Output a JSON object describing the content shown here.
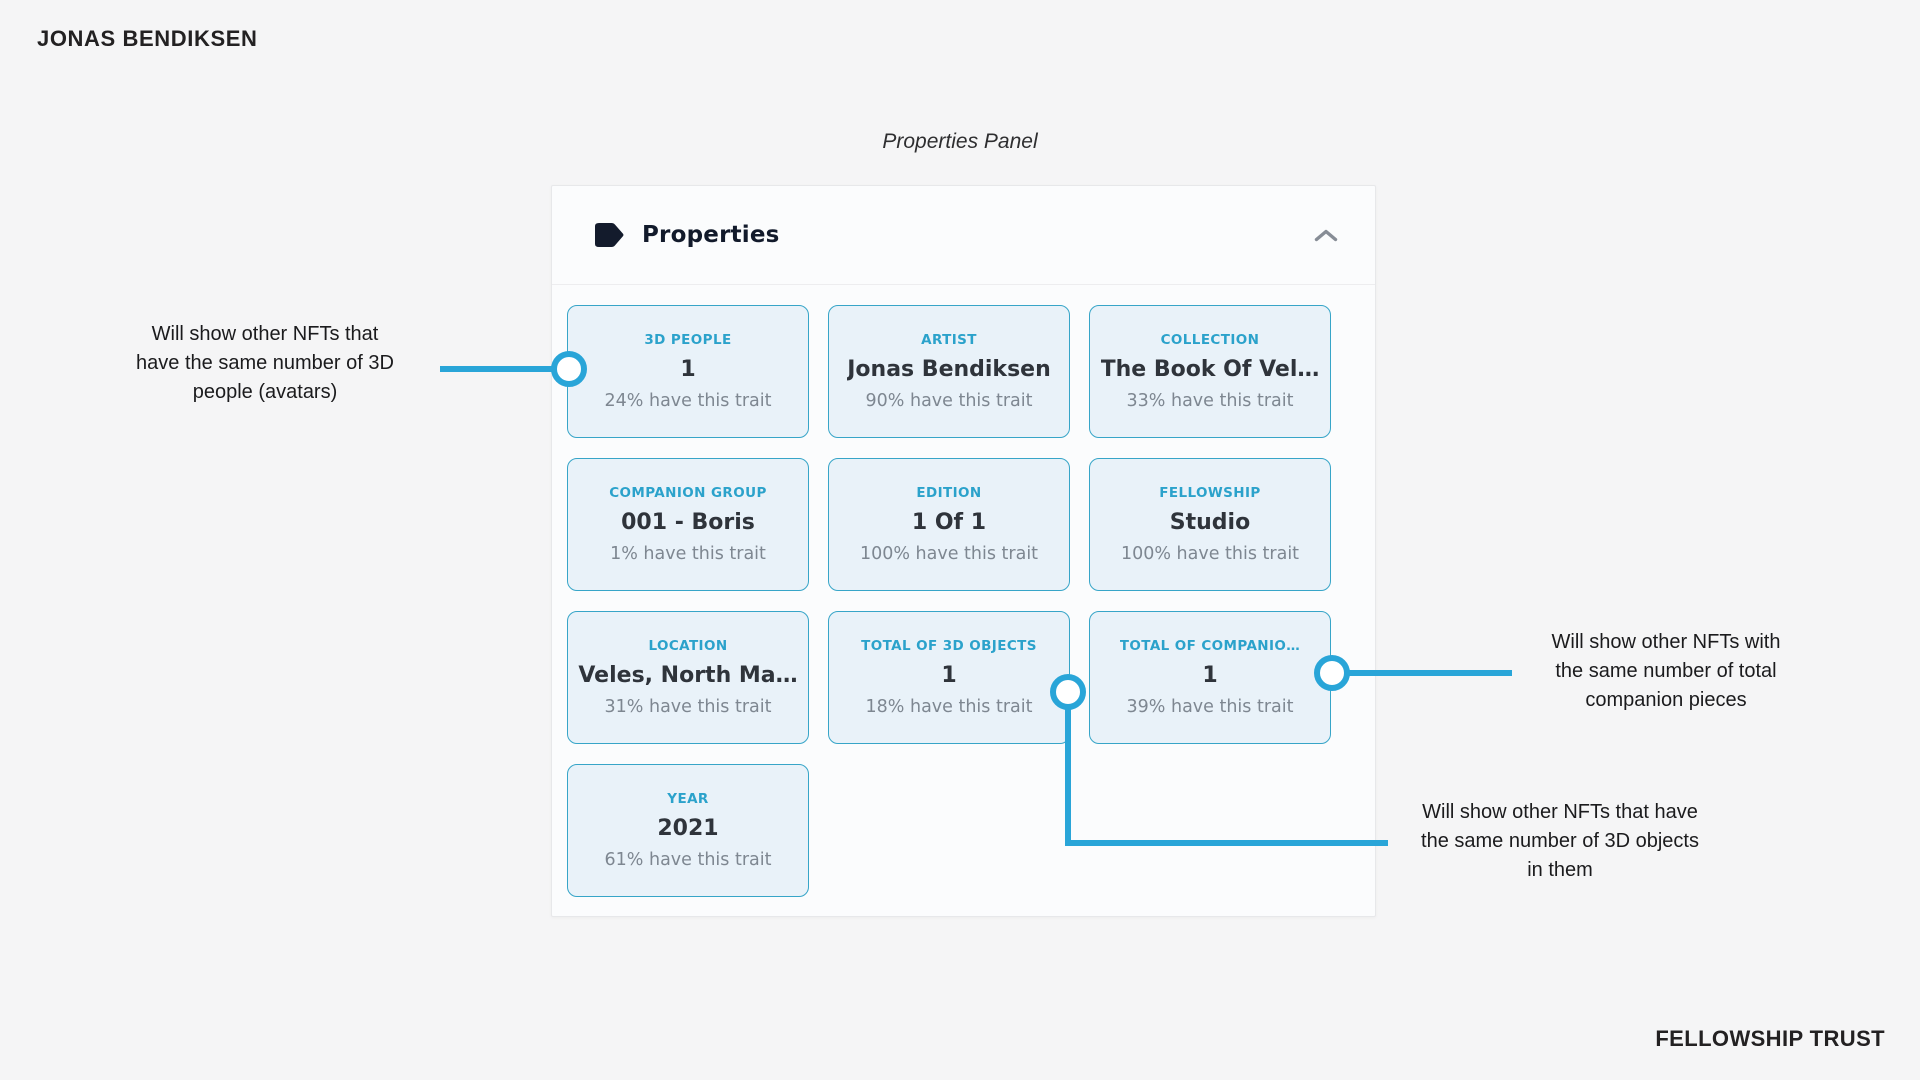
{
  "page": {
    "artist_name": "JONAS BENDIKSEN",
    "brand_name": "FELLOWSHIP TRUST",
    "caption": "Properties Panel"
  },
  "panel": {
    "title": "Properties",
    "collapse_icon": "chevron-up",
    "header_icon": "tag",
    "cards": [
      {
        "label": "3D PEOPLE",
        "value": "1",
        "rarity": "24% have this trait"
      },
      {
        "label": "ARTIST",
        "value": "Jonas Bendiksen",
        "rarity": "90% have this trait"
      },
      {
        "label": "COLLECTION",
        "value": "The Book Of Vel…",
        "rarity": "33% have this trait"
      },
      {
        "label": "COMPANION GROUP",
        "value": "001 - Boris",
        "rarity": "1% have this trait"
      },
      {
        "label": "EDITION",
        "value": "1 Of 1",
        "rarity": "100% have this trait"
      },
      {
        "label": "FELLOWSHIP",
        "value": "Studio",
        "rarity": "100% have this trait"
      },
      {
        "label": "LOCATION",
        "value": "Veles, North Ma…",
        "rarity": "31% have this trait"
      },
      {
        "label": "TOTAL OF 3D OBJECTS",
        "value": "1",
        "rarity": "18% have this trait"
      },
      {
        "label": "TOTAL OF COMPANIO…",
        "value": "1",
        "rarity": "39% have this trait"
      },
      {
        "label": "YEAR",
        "value": "2021",
        "rarity": "61% have this trait"
      }
    ]
  },
  "annotations": {
    "people": "Will show other NFTs that\nhave the same number of 3D\npeople (avatars)",
    "companions": "Will show other NFTs with\nthe same number of total\ncompanion pieces",
    "objects": "Will show other NFTs that have\nthe same number of 3D objects\nin them"
  },
  "colors": {
    "annotation_accent": "#29A5D8",
    "card_border": "#37A5C8",
    "card_background": "#E9F2F9",
    "card_label": "#2BA2CB",
    "card_value": "#2F343B",
    "card_rarity": "#7E8791",
    "panel_title": "#121A2B",
    "page_background": "#F5F5F6"
  }
}
